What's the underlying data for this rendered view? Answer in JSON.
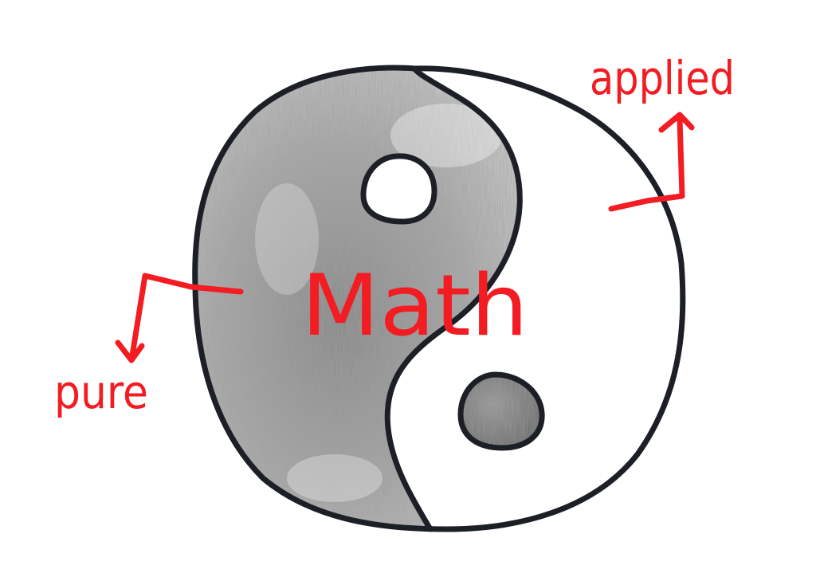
{
  "diagram": {
    "title": "Math",
    "left_label": "pure",
    "right_label": "applied",
    "colors": {
      "ink_outline": "#1c1f26",
      "marker_red": "#f21c22",
      "shading_dark": "#6e6e6e",
      "shading_mid": "#a3a3a3",
      "shading_light": "#d9d9d9",
      "paper": "#ffffff"
    },
    "elements": [
      {
        "id": "yin-half",
        "description": "shaded (pencil-gray) left half of yin-yang"
      },
      {
        "id": "yang-half",
        "description": "white right half of yin-yang"
      },
      {
        "id": "hollow-dot",
        "description": "white dot inside shaded half"
      },
      {
        "id": "filled-dot",
        "description": "shaded dot inside white half"
      },
      {
        "id": "arrow-pure",
        "description": "red elbow arrow from left edge pointing down to 'pure'"
      },
      {
        "id": "arrow-applied",
        "description": "red elbow arrow from right edge pointing up to 'applied'"
      }
    ]
  }
}
